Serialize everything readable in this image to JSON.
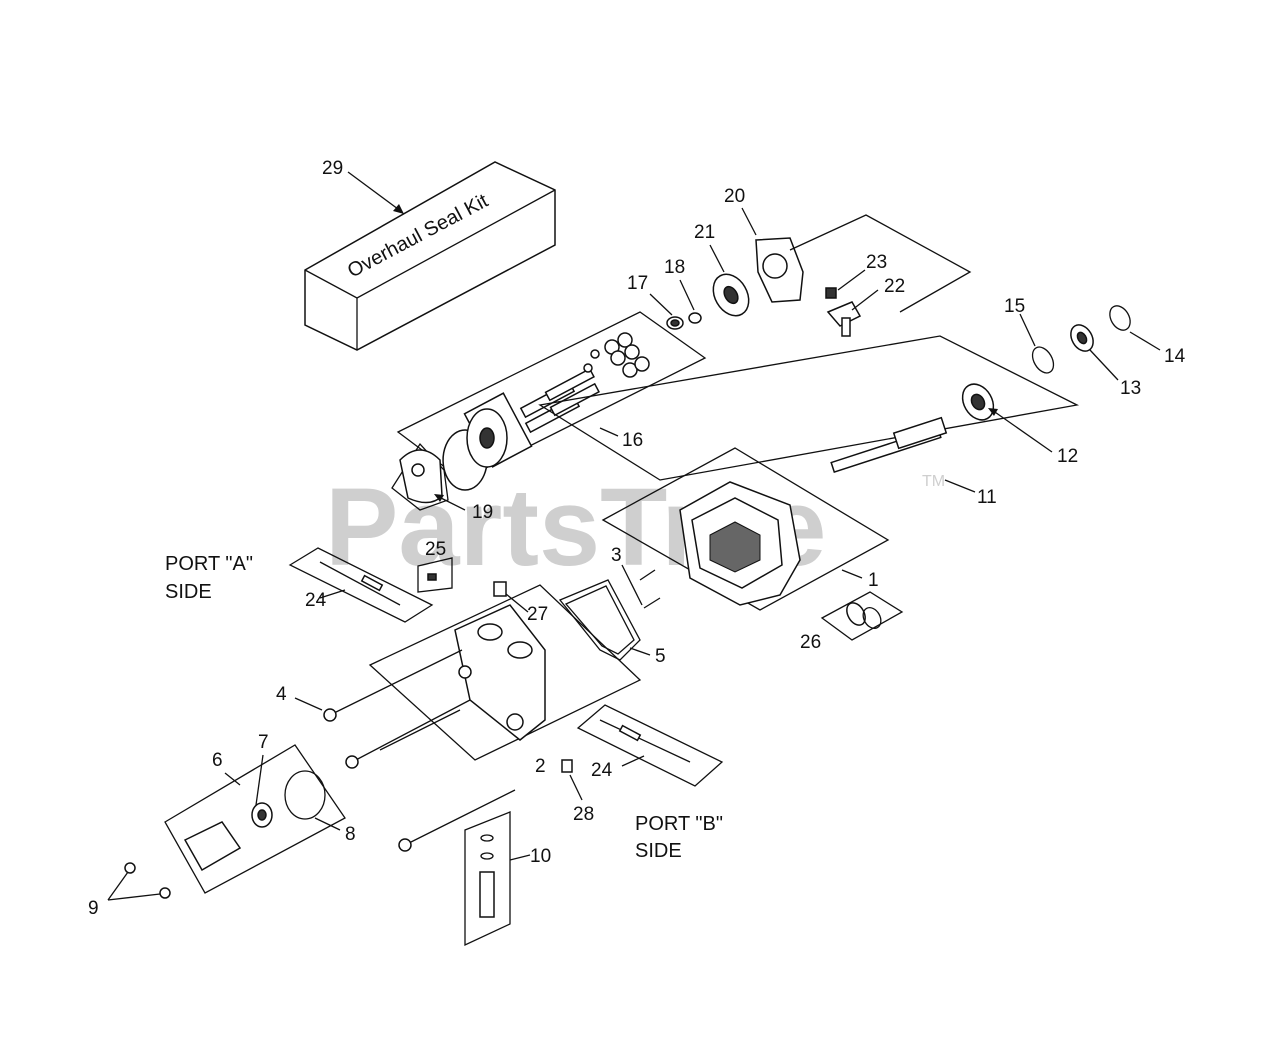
{
  "watermark": {
    "text": "PartsTree",
    "tm": "TM"
  },
  "kit_label": "Overhaul Seal Kit",
  "side_labels": {
    "port_a_line1": "PORT \"A\"",
    "port_a_line2": "SIDE",
    "port_b_line1": "PORT \"B\"",
    "port_b_line2": "SIDE"
  },
  "callouts": {
    "c1": "1",
    "c2": "2",
    "c3": "3",
    "c4": "4",
    "c5": "5",
    "c6": "6",
    "c7": "7",
    "c8": "8",
    "c9": "9",
    "c10": "10",
    "c11": "11",
    "c12": "12",
    "c13": "13",
    "c14": "14",
    "c15": "15",
    "c16": "16",
    "c17": "17",
    "c18": "18",
    "c19": "19",
    "c20": "20",
    "c21": "21",
    "c22": "22",
    "c23": "23",
    "c24a": "24",
    "c24b": "24",
    "c25": "25",
    "c26": "26",
    "c27": "27",
    "c28": "28",
    "c29": "29"
  }
}
